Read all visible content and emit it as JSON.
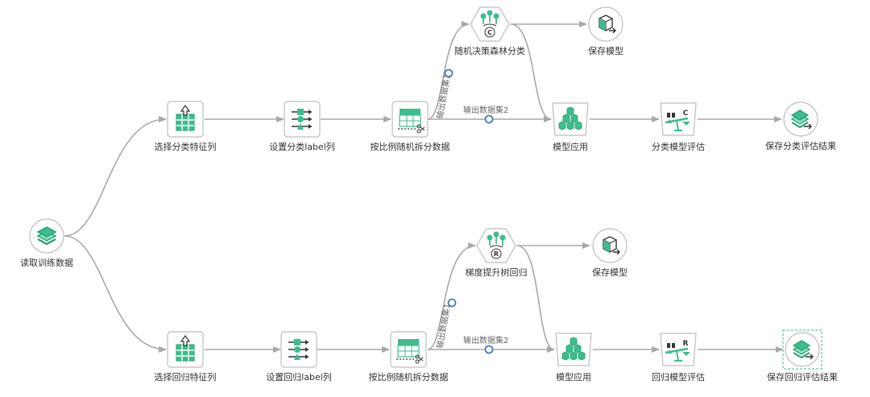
{
  "colors": {
    "accent": "#3dbd8c",
    "accent_dark": "#1f9e6c",
    "node_border": "#bdbdbd",
    "edge": "#a8a8a8",
    "port": "#4a7ab8",
    "text": "#333333"
  },
  "nodes": {
    "read": {
      "label": "读取训练数据",
      "icon": "layers-icon"
    },
    "sel_cls": {
      "label": "选择分类特征列",
      "icon": "table-upload-icon"
    },
    "set_cls": {
      "label": "设置分类label列",
      "icon": "column-settings-icon"
    },
    "split_cls": {
      "label": "按比例随机拆分数据",
      "icon": "split-table-icon"
    },
    "rf": {
      "label": "随机决策森林分类",
      "icon": "forest-classifier-icon"
    },
    "save_model_cls": {
      "label": "保存模型",
      "icon": "save-model-icon"
    },
    "apply_cls": {
      "label": "模型应用",
      "icon": "cubes-icon"
    },
    "eval_cls": {
      "label": "分类模型评估",
      "icon": "scale-c-icon"
    },
    "save_eval_cls": {
      "label": "保存分类评估结果",
      "icon": "save-layers-icon"
    },
    "sel_reg": {
      "label": "选择回归特征列",
      "icon": "table-upload-icon"
    },
    "set_reg": {
      "label": "设置回归label列",
      "icon": "column-settings-icon"
    },
    "split_reg": {
      "label": "按比例随机拆分数据",
      "icon": "split-table-icon"
    },
    "gbt": {
      "label": "梯度提升树回归",
      "icon": "tree-regressor-icon"
    },
    "save_model_reg": {
      "label": "保存模型",
      "icon": "save-model-icon"
    },
    "apply_reg": {
      "label": "模型应用",
      "icon": "cubes-icon"
    },
    "eval_reg": {
      "label": "回归模型评估",
      "icon": "scale-r-icon"
    },
    "save_eval_reg": {
      "label": "保存回归评估结果",
      "icon": "save-layers-icon"
    }
  },
  "ports": {
    "cls_out1": "输出数据集1",
    "cls_out2": "输出数据集2",
    "reg_out1": "输出数据集1",
    "reg_out2": "输出数据集2"
  }
}
